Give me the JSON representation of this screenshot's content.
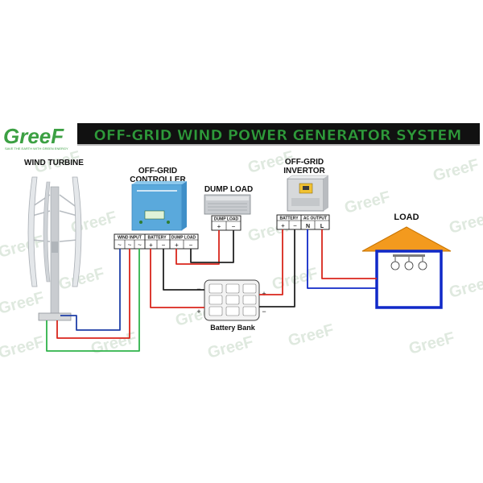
{
  "logo": {
    "text": "GreeF",
    "tagline": "SAVE THE EARTH WITH GREEN ENERGY"
  },
  "title": "OFF-GRID  WIND POWER GENERATOR SYSTEM",
  "labels": {
    "wind_turbine": "WIND TURBINE",
    "controller_line1": "OFF-GRID",
    "controller_line2": "CONTROLLER",
    "dump_load": "DUMP LOAD",
    "invertor_line1": "OFF-GRID",
    "invertor_line2": "INVERTOR",
    "load": "LOAD",
    "battery_bank": "Battery Bank"
  },
  "controller_terminals": {
    "wind_input": "WIND INPUT",
    "battery": "BATTERY",
    "dump_load": "DUMP LOAD",
    "ac": "~",
    "plus": "+",
    "minus": "−"
  },
  "dump_load_terminals": {
    "header": "DUMP LOAD",
    "plus": "+",
    "minus": "−"
  },
  "invertor_terminals": {
    "battery": "BATTERY",
    "ac_output": "AC OUTPUT",
    "plus": "+",
    "minus": "−",
    "n": "N",
    "l": "L"
  },
  "battery_bank": {
    "plus": "+",
    "minus": "−"
  },
  "colors": {
    "title_green": "#2e9a3a",
    "device_blue": "#5aa9dc",
    "wire_red": "#d9261c",
    "wire_blue": "#1f3fa8",
    "wire_green": "#2fb34a",
    "wire_black": "#222222",
    "roof_orange": "#f39a1e",
    "house_blue": "#1029c8"
  }
}
